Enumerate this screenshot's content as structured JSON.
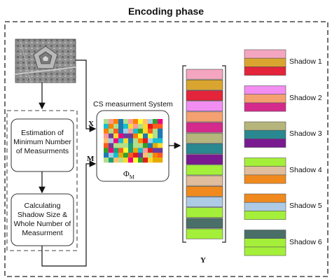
{
  "title": "Encoding phase",
  "steps": {
    "estimation": "Estimation of\nMinimum Number\nof Measurments",
    "calculating": "Calculating\nShadow  Size &\nWhole Number of\nMeasurment"
  },
  "cs_system": {
    "label": "CS measurment System",
    "phi": "Φ",
    "phi_sub": "M"
  },
  "signals": {
    "x": "X",
    "m": "M",
    "y": "Y"
  },
  "measurement_colors": [
    "#f4a6c0",
    "#d9a52f",
    "#e3243a",
    "#f28df2",
    "#f4a070",
    "#d42a8c",
    "#b5b57c",
    "#2a8891",
    "#7a1a90",
    "#a4ef3a",
    "#e0bd9c",
    "#f08a1e",
    "#aecbe6",
    "#a4ef3a",
    "#4a6f69",
    "#a4ef3a"
  ],
  "shadows": [
    {
      "label": "Shadow  1",
      "colors": [
        "#f4a6c0",
        "#d9a52f",
        "#e3243a"
      ]
    },
    {
      "label": "Shadow  2",
      "colors": [
        "#f28df2",
        "#f4a070",
        "#d42a8c"
      ]
    },
    {
      "label": "Shadow  3",
      "colors": [
        "#b5b57c",
        "#2a8891",
        "#7a1a90"
      ]
    },
    {
      "label": "Shadow  4",
      "colors": [
        "#a4ef3a",
        "#e0bd9c",
        "#f08a1e"
      ]
    },
    {
      "label": "Shadow  5",
      "colors": [
        "#f08a1e",
        "#aecbe6",
        "#a4ef3a"
      ]
    },
    {
      "label": "Shadow  6",
      "colors": [
        "#4a6f69",
        "#a4ef3a",
        "#a4ef3a"
      ]
    }
  ],
  "matrix_palette": [
    "#e41a1c",
    "#ff7f00",
    "#ffd92f",
    "#1f78b4",
    "#33a02c",
    "#6a3d9a",
    "#a6cee3",
    "#b2df8a",
    "#fb9a99",
    "#fdbf6f",
    "#17becf",
    "#e6ab02",
    "#f0027f",
    "#1b9e77",
    "#ffff33",
    "#ff5a1f"
  ]
}
